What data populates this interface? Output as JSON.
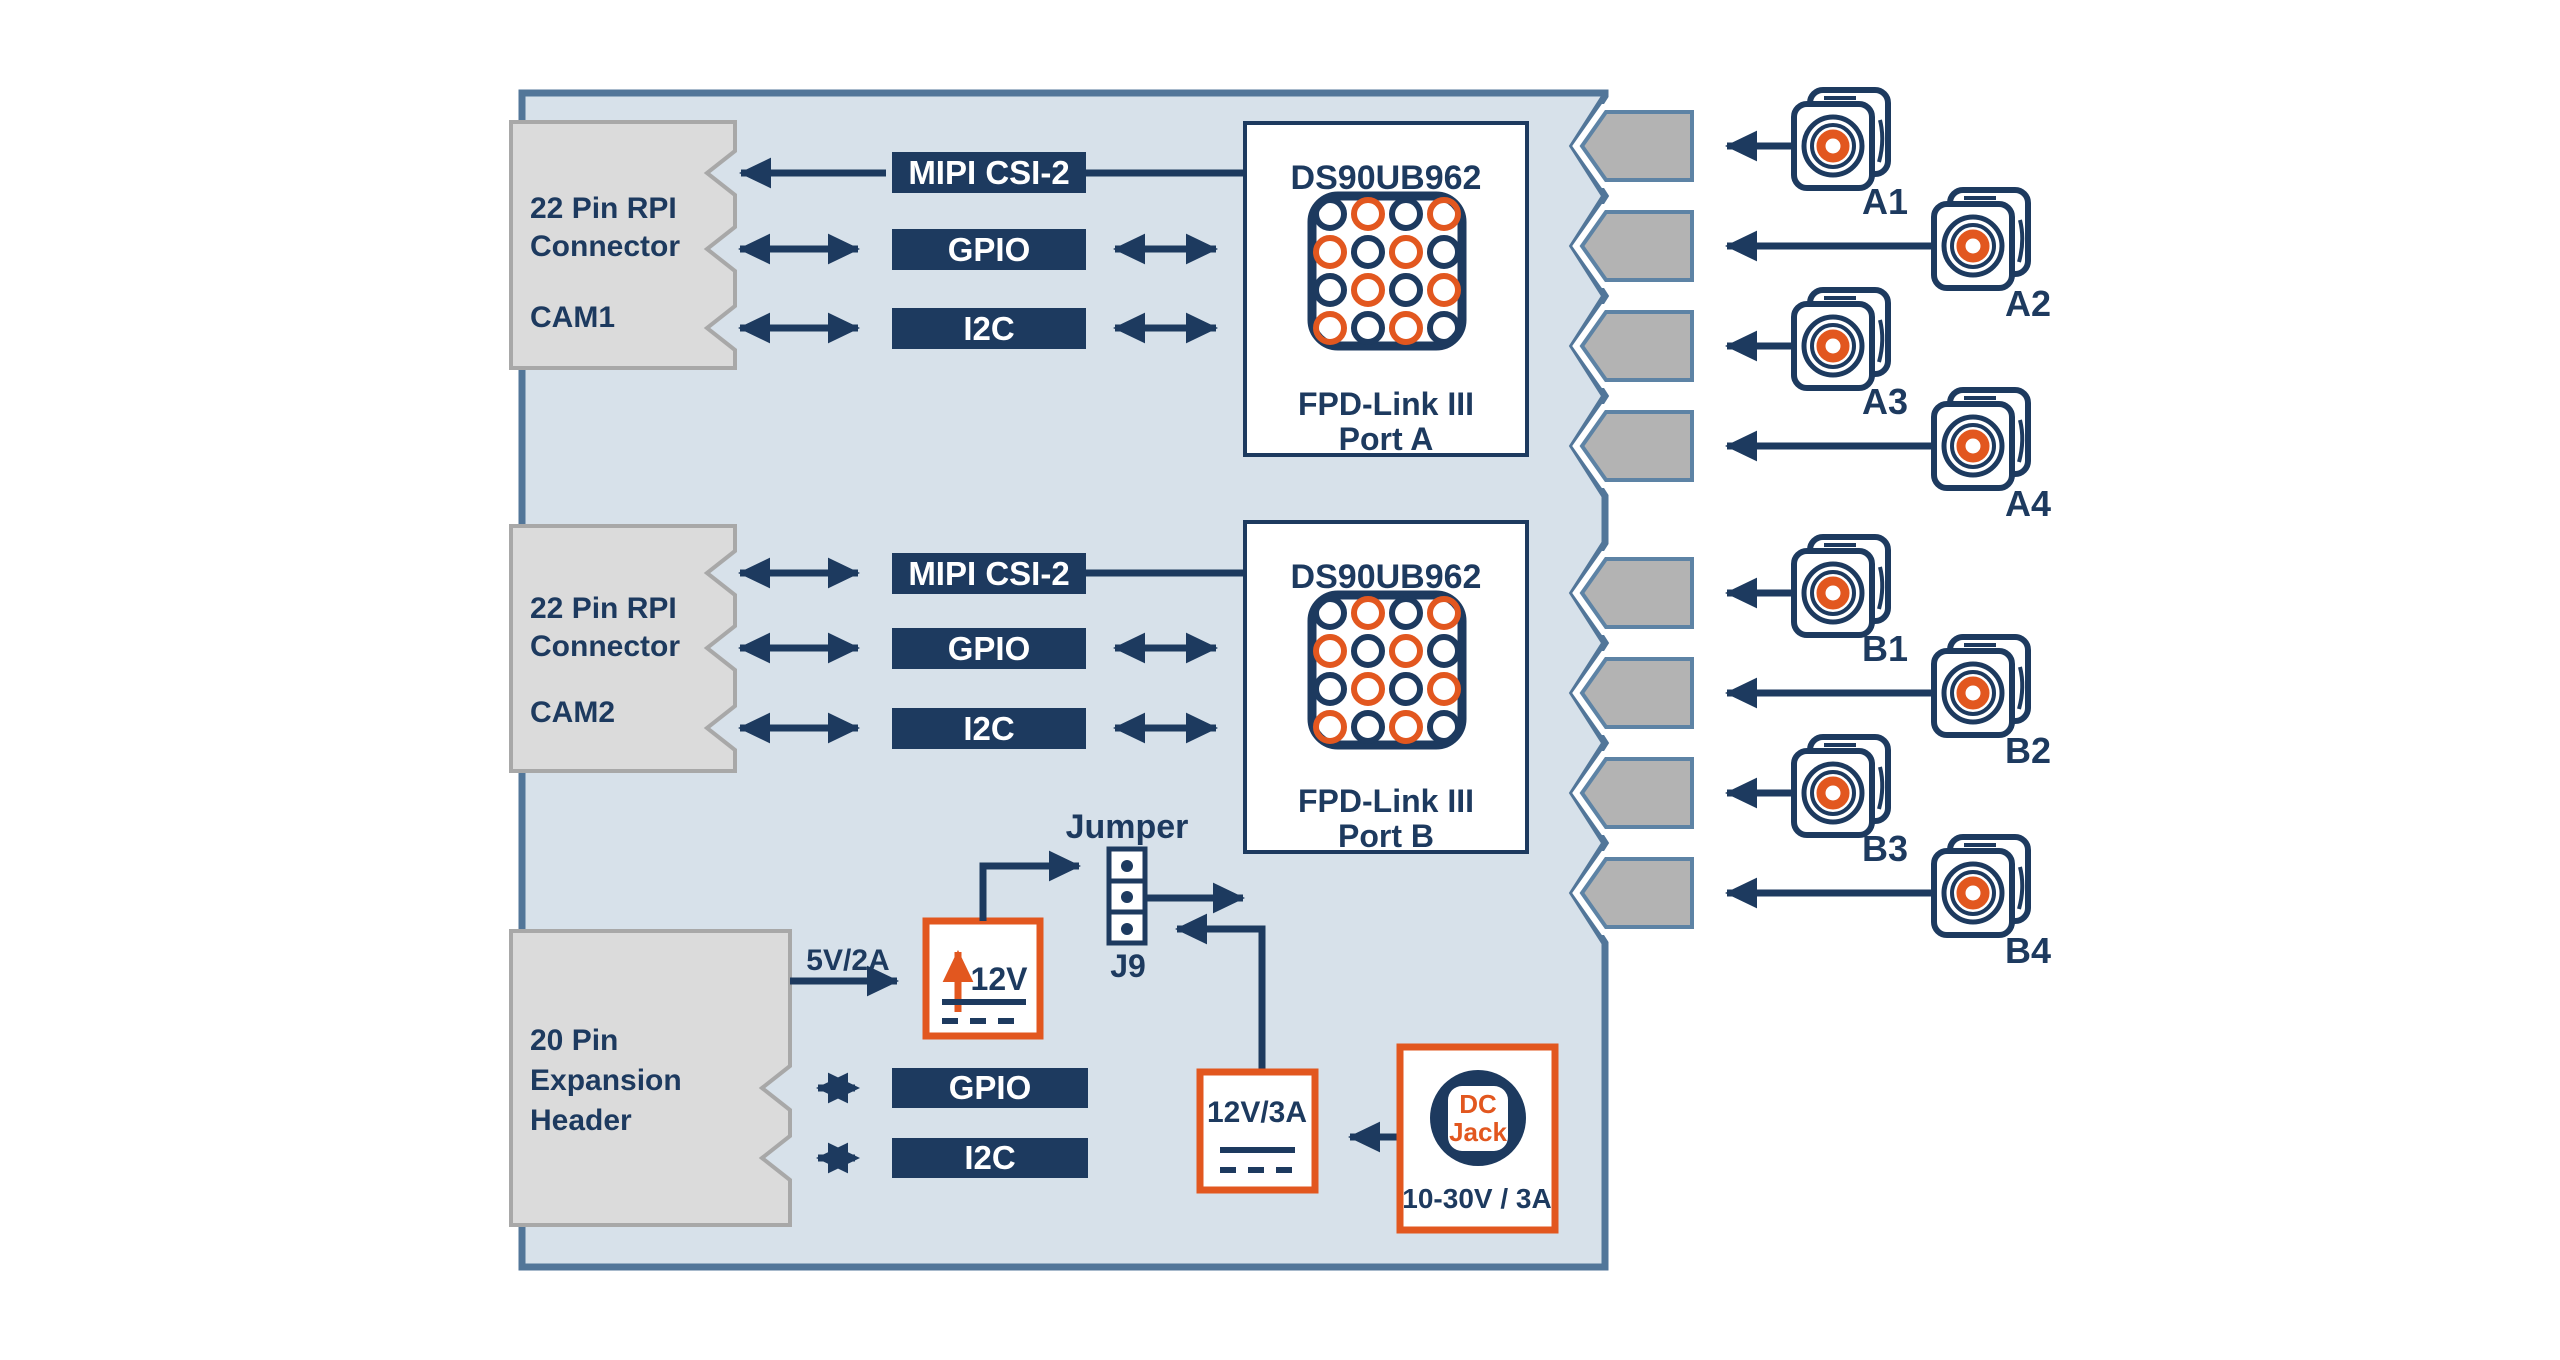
{
  "connectors": {
    "cam1": {
      "line1": "22 Pin RPI",
      "line2": "Connector",
      "name": "CAM1"
    },
    "cam2": {
      "line1": "22 Pin RPI",
      "line2": "Connector",
      "name": "CAM2"
    },
    "expansion": {
      "line1": "20 Pin",
      "line2": "Expansion",
      "line3": "Header"
    }
  },
  "buses": {
    "mipi": "MIPI CSI-2",
    "gpio": "GPIO",
    "i2c": "I2C"
  },
  "chips": {
    "port_a": {
      "part": "DS90UB962",
      "tech": "FPD-Link III",
      "port": "Port A"
    },
    "port_b": {
      "part": "DS90UB962",
      "tech": "FPD-Link III",
      "port": "Port B"
    }
  },
  "cameras": {
    "a": [
      "A1",
      "A2",
      "A3",
      "A4"
    ],
    "b": [
      "B1",
      "B2",
      "B3",
      "B4"
    ]
  },
  "power": {
    "supply_5v": "5V/2A",
    "boost_label": "12V",
    "jumper_title": "Jumper",
    "jumper_ref": "J9",
    "reg_label": "12V/3A",
    "dc_jack_line1": "DC",
    "dc_jack_line2": "Jack",
    "dc_jack_rating": "10-30V / 3A"
  },
  "icons": {
    "camera": "camera-icon",
    "pin_grid": "fpd-link-pin-grid-icon",
    "dc_jack": "dc-jack-icon",
    "boost_regulator": "boost-12v-regulator-icon",
    "dc_regulator": "dc-regulator-icon",
    "jumper": "jumper-3pin-icon"
  },
  "colors": {
    "navy": "#1d3a5f",
    "orange": "#e2571f",
    "board_fill": "#d7e1ea",
    "board_border": "#527699",
    "connector_fill": "#dbdbdb",
    "connector_border": "#a8a8a8",
    "port_connector_fill": "#b3b3b3",
    "port_connector_border": "#5d83a5",
    "bus_box_fill": "#1d3a5f",
    "bus_text": "#ffffff"
  }
}
